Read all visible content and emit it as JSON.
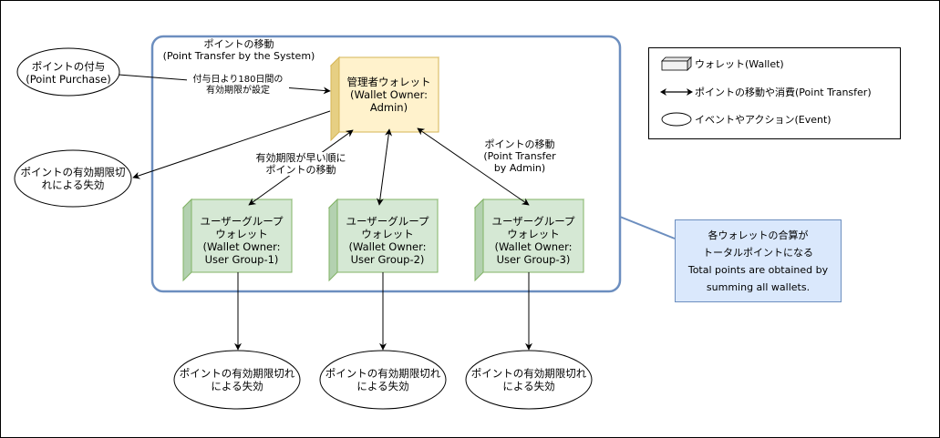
{
  "labels": {
    "system_transfer_line1": "ポイントの移動",
    "system_transfer_line2": "(Point Transfer by the System)",
    "expiry_setting_line1": "付与日より180日間の",
    "expiry_setting_line2": "有効期限が設定",
    "expiry_order_line1": "有効期限が早い順に",
    "expiry_order_line2": "ポイントの移動",
    "admin_transfer_line1": "ポイントの移動",
    "admin_transfer_line2": "(Point Transfer",
    "admin_transfer_line3": "by Admin)"
  },
  "events": {
    "purchase_line1": "ポイントの付与",
    "purchase_line2": "(Point Purchase)",
    "expiry_line1": "ポイントの有効期限切",
    "expiry_line2": "れによる失効",
    "expiry_b_line1": "ポイントの有効期限切れ",
    "expiry_b_line2": "による失効"
  },
  "wallets": {
    "admin": {
      "line1": "管理者ウォレット",
      "line2": "(Wallet Owner:",
      "line3": "Admin)"
    },
    "group1": {
      "line1": "ユーザーグループ",
      "line2": "ウォレット",
      "line3": "(Wallet Owner:",
      "line4": "User Group-1)"
    },
    "group2": {
      "line1": "ユーザーグループ",
      "line2": "ウォレット",
      "line3": "(Wallet Owner:",
      "line4": "User Group-2)"
    },
    "group3": {
      "line1": "ユーザーグループ",
      "line2": "ウォレット",
      "line3": "(Wallet Owner:",
      "line4": "User Group-3)"
    }
  },
  "legend": {
    "wallet": "ウォレット(Wallet)",
    "transfer": "ポイントの移動や消費(Point Transfer)",
    "event": "イベントやアクション(Event)"
  },
  "info": {
    "line1": "各ウォレットの合算が",
    "line2": "トータルポイントになる",
    "line3": "Total points are obtained by",
    "line4": "summing all wallets."
  },
  "colors": {
    "container_border": "#6c8ebf",
    "admin_fill": "#fff2cc",
    "admin_border": "#d6b656",
    "group_fill": "#d5e8d4",
    "group_border": "#82b366",
    "info_fill": "#dae8fc"
  }
}
